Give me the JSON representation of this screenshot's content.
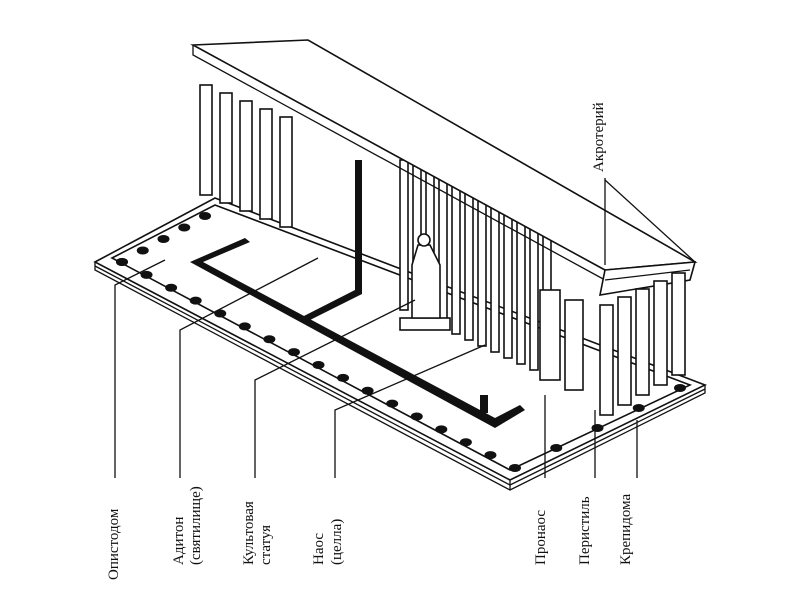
{
  "title": "Греческий храм",
  "labels": {
    "opisthodomos": "Опистодом",
    "adyton_1": "Адитон",
    "adyton_2": "(святилище)",
    "statue_1": "Культовая",
    "statue_2": "статуя",
    "naos_1": "Наос",
    "naos_2": "(целла)",
    "pronaos": "Пронаос",
    "peristyle": "Перистиль",
    "krepidoma": "Крепидома",
    "akroterion": "Акротерий"
  }
}
